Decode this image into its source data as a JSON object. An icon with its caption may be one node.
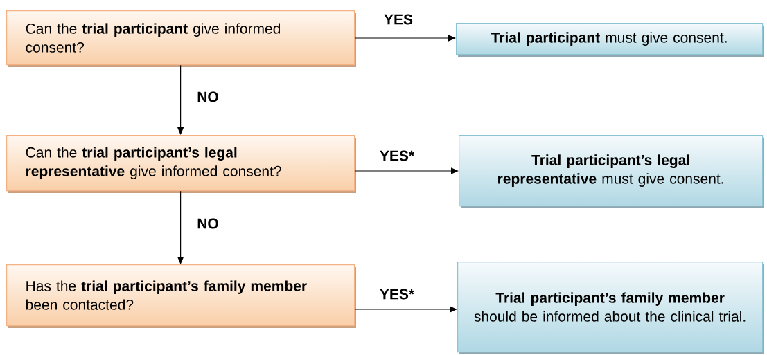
{
  "diagram": {
    "nodes": [
      {
        "text": [
          "Can the **trial participant** give informed consent?"
        ]
      },
      {
        "text": [
          "**Trial participant** must give consent."
        ]
      },
      {
        "text": [
          "Can the **trial participant’s legal representative** give informed consent?"
        ]
      },
      {
        "text": [
          "**Trial participant’s legal representative** must give consent."
        ]
      },
      {
        "text": [
          "Has the **trial participant’s family member** been contacted?"
        ]
      },
      {
        "text": [
          "**Trial participant’s family member** should be informed about the clinical trial."
        ]
      }
    ],
    "edges": [
      {
        "from": 0,
        "to": 1,
        "arrow": "to",
        "label": "YES"
      },
      {
        "from": 0,
        "to": 2,
        "arrow": "to",
        "label": "NO"
      },
      {
        "from": 2,
        "to": 3,
        "arrow": "to",
        "label": "YES*"
      },
      {
        "from": 2,
        "to": 4,
        "arrow": "to",
        "label": "NO"
      },
      {
        "from": 4,
        "to": 5,
        "arrow": "to",
        "label": "YES*"
      }
    ]
  }
}
